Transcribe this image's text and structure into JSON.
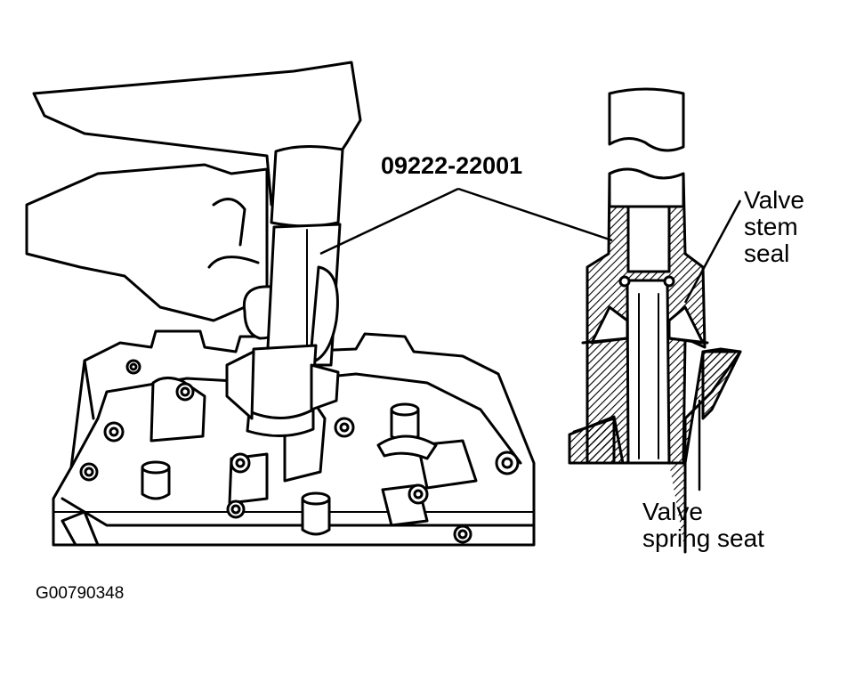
{
  "labels": {
    "part_number": "09222-22001",
    "valve_stem_seal": "Valve\nstem\nseal",
    "valve_spring_seat": "Valve\nspring seat",
    "figure_id": "G00790348"
  },
  "colors": {
    "ink": "#000000",
    "paper": "#ffffff"
  }
}
